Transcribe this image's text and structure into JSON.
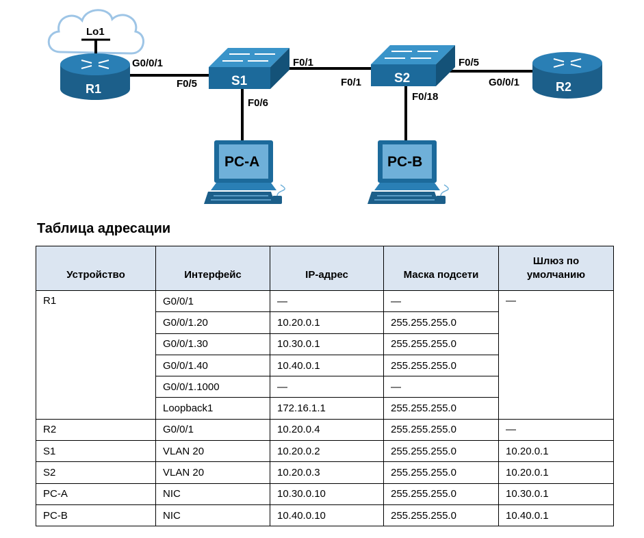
{
  "topology": {
    "devices": {
      "r1": {
        "label": "R1"
      },
      "r2": {
        "label": "R2"
      },
      "s1": {
        "label": "S1"
      },
      "s2": {
        "label": "S2"
      },
      "pc_a": {
        "label": "PC-A"
      },
      "pc_b": {
        "label": "PC-B"
      },
      "lo1": {
        "label": "Lo1"
      }
    },
    "ports": {
      "r1_g001": "G0/0/1",
      "s1_f05": "F0/5",
      "s1_f01": "F0/1",
      "s1_f06": "F0/6",
      "s2_f01": "F0/1",
      "s2_f05": "F0/5",
      "s2_f018": "F0/18",
      "r2_g001": "G0/0/1"
    },
    "colors": {
      "device_blue": "#2a7fb5",
      "device_dark": "#1c5f8a",
      "cloud_outline": "#9ec5e6",
      "link": "#000000"
    }
  },
  "table": {
    "caption": "Таблица адресации",
    "headers": {
      "device": "Устройство",
      "interface": "Интерфейс",
      "ip": "IP-адрес",
      "mask": "Маска подсети",
      "gateway": "Шлюз по умолчанию"
    },
    "r1": {
      "device": "R1",
      "gateway": "—",
      "rows": [
        {
          "interface": "G0/0/1",
          "ip": "—",
          "mask": "—"
        },
        {
          "interface": "G0/0/1.20",
          "ip": "10.20.0.1",
          "mask": "255.255.255.0"
        },
        {
          "interface": "G0/0/1.30",
          "ip": "10.30.0.1",
          "mask": "255.255.255.0"
        },
        {
          "interface": "G0/0/1.40",
          "ip": "10.40.0.1",
          "mask": "255.255.255.0"
        },
        {
          "interface": "G0/0/1.1000",
          "ip": "—",
          "mask": "—"
        },
        {
          "interface": "Loopback1",
          "ip": "172.16.1.1",
          "mask": "255.255.255.0"
        }
      ]
    },
    "others": [
      {
        "device": "R2",
        "interface": "G0/0/1",
        "ip": "10.20.0.4",
        "mask": "255.255.255.0",
        "gateway": "—"
      },
      {
        "device": "S1",
        "interface": "VLAN 20",
        "ip": "10.20.0.2",
        "mask": "255.255.255.0",
        "gateway": "10.20.0.1"
      },
      {
        "device": "S2",
        "interface": "VLAN 20",
        "ip": "10.20.0.3",
        "mask": "255.255.255.0",
        "gateway": "10.20.0.1"
      },
      {
        "device": "PC-A",
        "interface": "NIC",
        "ip": "10.30.0.10",
        "mask": "255.255.255.0",
        "gateway": "10.30.0.1"
      },
      {
        "device": "PC-B",
        "interface": "NIC",
        "ip": "10.40.0.10",
        "mask": "255.255.255.0",
        "gateway": "10.40.0.1"
      }
    ]
  }
}
